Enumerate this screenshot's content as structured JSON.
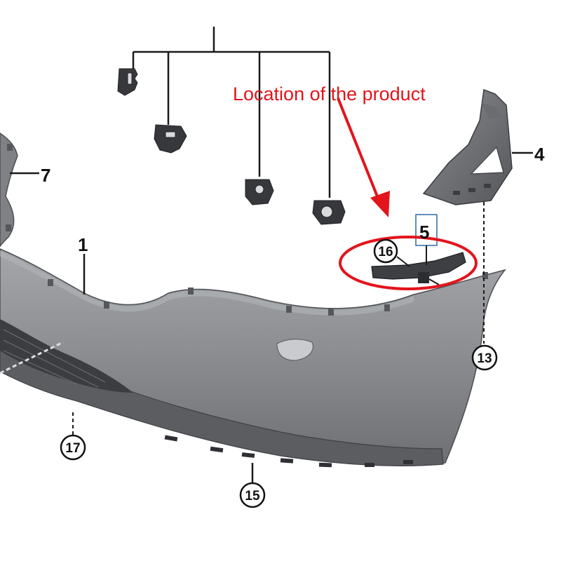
{
  "annotation": {
    "text": "Location of the product",
    "color": "#e3141b"
  },
  "callouts": {
    "p1": "1",
    "p4": "4",
    "p5": "5",
    "p7": "7",
    "p13": "13",
    "p15": "15",
    "p16": "16",
    "p17": "17"
  },
  "colors": {
    "bumper": "#8e9094",
    "bumper_dark": "#5f6165",
    "part": "#4a4c50",
    "highlight": "#e3141b",
    "frame": "#2f6aa8"
  }
}
